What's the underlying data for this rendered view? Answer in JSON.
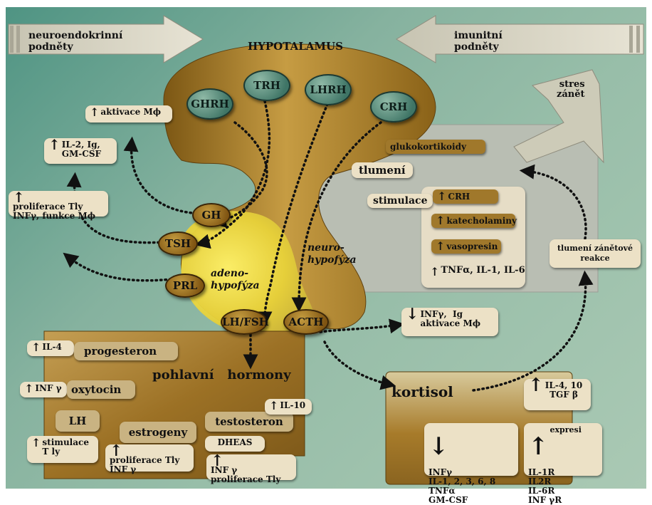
{
  "colors": {
    "background_green": "#8ab4a1",
    "gland_brown": "#a77b2a",
    "adeno_yellow": "#e8d23a",
    "panel_cream": "#ece1c6",
    "hormone_oval_green": "#4f8473",
    "gray_panel": "#b9beb3"
  },
  "header": {
    "left_arrow": "neuroendokrinní\npodněty",
    "title": "HYPOTALAMUS",
    "right_arrow": "imunitní\npodněty",
    "stress_arrow": "stres\nzánět"
  },
  "hypothalamus": {
    "hormones": [
      "GHRH",
      "TRH",
      "LHRH",
      "CRH"
    ]
  },
  "pituitary": {
    "adeno_label": "adeno-\nhypofýza",
    "neuro_label": "neuro-\nhypofýza",
    "hormones": [
      "GH",
      "TSH",
      "PRL",
      "LH/FSH",
      "ACTH"
    ]
  },
  "left_effects": {
    "macrophage": "aktivace Mϕ",
    "il2": "IL-2, Ig,\nGM-CSF",
    "prolif": "proliferace Tly\nINFγ, funkce Mϕ"
  },
  "stress_panel": {
    "glukokortikoidy": "glukokortikoidy",
    "tlumeni": "tlumení",
    "stimulace": "stimulace",
    "crh": "CRH",
    "katecholaminy": "katecholaminy",
    "vasopresin": "vasopresin",
    "cytokines": "TNFα, IL-1, IL-6"
  },
  "inflammation_box": "tlumení zánětové\nreakce",
  "acth_effect": "INFγ,  Ig\naktivace Mϕ",
  "sex_hormones": {
    "title": "pohlavní   hormony",
    "progesteron": "progesteron",
    "il4": "IL-4",
    "oxytocin": "oxytocin",
    "infg": "INF γ",
    "lh": "LH",
    "estrogeny": "estrogeny",
    "testosteron": "testosteron",
    "il10": "IL-10",
    "dheas": "DHEAS",
    "stimulace": "stimulace\nT ly",
    "estro_effect": "proliferace Tly\nINF γ",
    "dheas_effect": "INF γ\nproliferace Tly"
  },
  "kortisol": {
    "title": "kortisol",
    "up1": "IL-4, 10\nTGF β",
    "down": "INFγ\nIL-1, 2, 3, 6, 8\nTNFα\nGM-CSF",
    "up2_label": "expresi",
    "up2_list": "IL-1R\nIL2R\nIL-6R\nINF γR"
  }
}
